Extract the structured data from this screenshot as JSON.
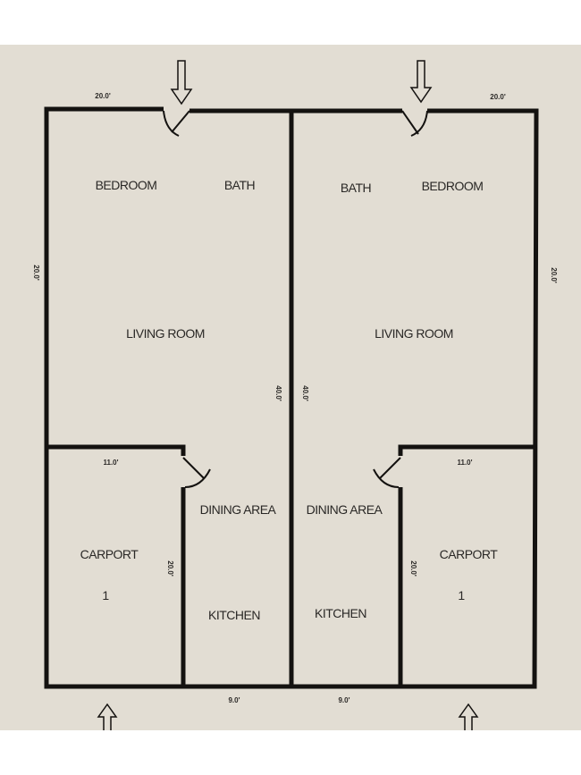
{
  "plan": {
    "units": [
      {
        "rooms": {
          "bedroom": "BEDROOM",
          "bath": "BATH",
          "living": "LIVING ROOM",
          "dining": "DINING AREA",
          "kitchen": "KITCHEN",
          "carport": "CARPORT",
          "carport_number": "1"
        },
        "dims": {
          "top_width": "20.0'",
          "side_height": "20.0'",
          "center_height": "40.0'",
          "carport_width": "11.0'",
          "carport_height": "20.0'",
          "kitchen_width": "9.0'"
        }
      },
      {
        "rooms": {
          "bedroom": "BEDROOM",
          "bath": "BATH",
          "living": "LIVING ROOM",
          "dining": "DINING AREA",
          "kitchen": "KITCHEN",
          "carport": "CARPORT",
          "carport_number": "1"
        },
        "dims": {
          "top_width": "20.0'",
          "side_height": "20.0'",
          "center_height": "40.0'",
          "carport_width": "11.0'",
          "carport_height": "20.0'",
          "kitchen_width": "9.0'"
        }
      }
    ],
    "colors": {
      "paper": "#e2ddd3",
      "wall": "#141210"
    },
    "icons": [
      "entry-arrow-icon",
      "door-swing-icon"
    ]
  }
}
